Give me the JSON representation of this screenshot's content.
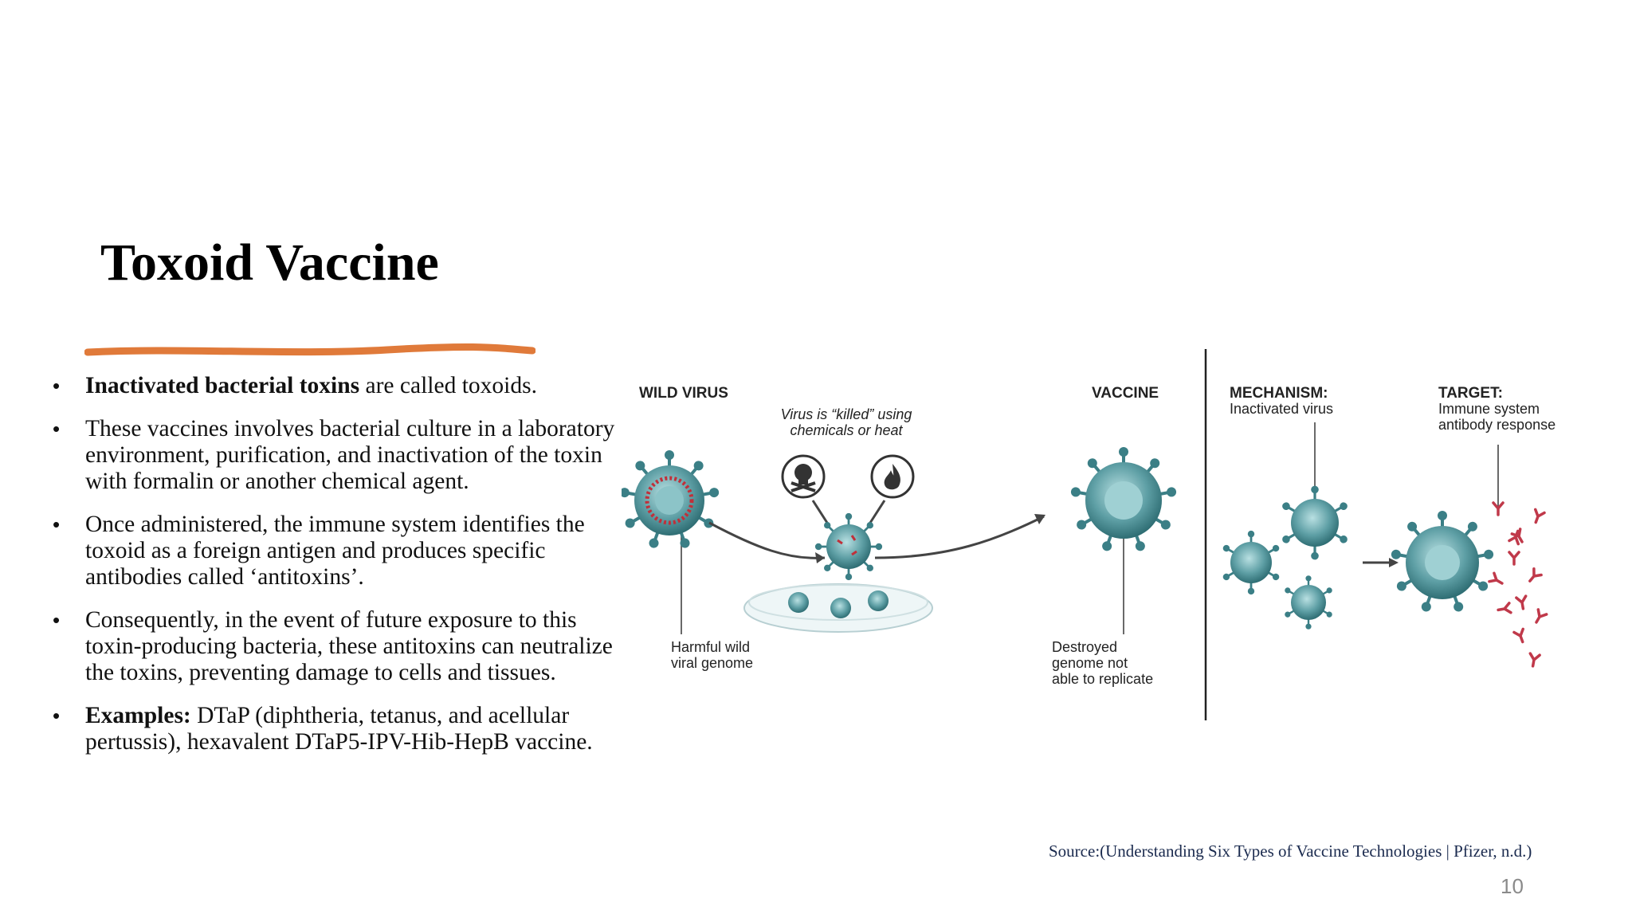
{
  "slide": {
    "title": "Toxoid Vaccine",
    "accent_color": "#e07a3a",
    "bullets": [
      {
        "bold": "Inactivated bacterial toxins",
        "text": " are called toxoids."
      },
      {
        "bold": "",
        "text": "These vaccines involves bacterial culture in a laboratory environment, purification, and inactivation of the toxin with formalin or another chemical agent."
      },
      {
        "bold": "",
        "text": "Once administered, the immune system identifies the toxoid as a foreign antigen and produces specific antibodies called ‘antitoxins’."
      },
      {
        "bold": "",
        "text": "Consequently, in the event of future exposure to this toxin-producing bacteria, these antitoxins can neutralize the toxins, preventing damage to cells and tissues."
      },
      {
        "bold": "Examples:",
        "text": " DTaP (diphtheria, tetanus, and acellular pertussis),  hexavalent DTaP5-IPV-Hib-HepB vaccine."
      }
    ],
    "source": "Source:(Understanding Six Types of Vaccine Technologies | Pfizer, n.d.)",
    "page_number": "10"
  },
  "diagram": {
    "wild_virus": "WILD VIRUS",
    "killed_line1": "Virus is “killed” using",
    "killed_line2": "chemicals or heat",
    "vaccine": "VACCINE",
    "mechanism": "MECHANISM:",
    "mechanism_sub": "Inactivated virus",
    "target": "TARGET:",
    "target_sub1": "Immune system",
    "target_sub2": "antibody response",
    "harmful_line1": "Harmful wild",
    "harmful_line2": "viral genome",
    "destroyed_line1": "Destroyed",
    "destroyed_line2": "genome not",
    "destroyed_line3": "able to replicate",
    "icons": [
      "skull-crossbones-icon",
      "flame-icon"
    ],
    "colors": {
      "virus": "#3f8c92",
      "virus_light": "#8cc4c8",
      "genome": "#c0303a",
      "antibody": "#c0394a"
    }
  }
}
